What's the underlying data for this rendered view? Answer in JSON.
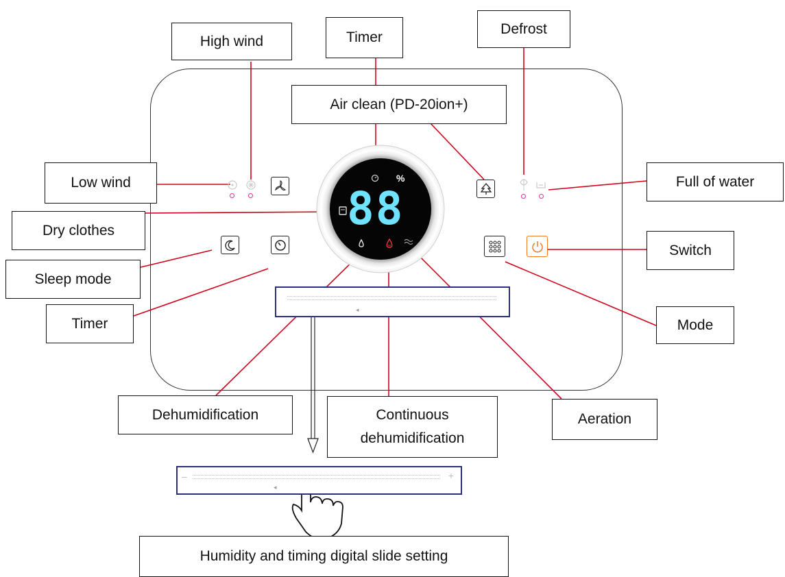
{
  "labels": {
    "high_wind": "High wind",
    "timer_top": "Timer",
    "defrost": "Defrost",
    "air_clean": "Air clean (PD-20ion+)",
    "low_wind": "Low wind",
    "full_of_water": "Full of water",
    "dry_clothes": "Dry clothes",
    "switch": "Switch",
    "sleep_mode": "Sleep mode",
    "timer_left": "Timer",
    "mode": "Mode",
    "dehumidification": "Dehumidification",
    "continuous_dehumidification": "Continuous\ndehumidification",
    "aeration": "Aeration",
    "slide_setting": "Humidity and timing digital slide setting"
  },
  "display": {
    "digits": "88",
    "percent_symbol": "%"
  },
  "icons": [
    "high-wind-icon",
    "low-wind-icon",
    "fan-icon",
    "sleep-icon",
    "timer-icon",
    "air-clean-tree-icon",
    "defrost-icon",
    "full-water-icon",
    "mode-grid-icon",
    "power-icon",
    "dry-clothes-icon",
    "drop-icon",
    "continuous-drop-icon",
    "aeration-icon",
    "hand-pointer-icon",
    "arrow-down-icon"
  ],
  "colors": {
    "leader_line": "#d0021b",
    "indicator_dot": "#d6338a",
    "display_digits": "#6fe3ff",
    "power_button": "#f07a2a",
    "slider_border": "#2b2f7a"
  }
}
